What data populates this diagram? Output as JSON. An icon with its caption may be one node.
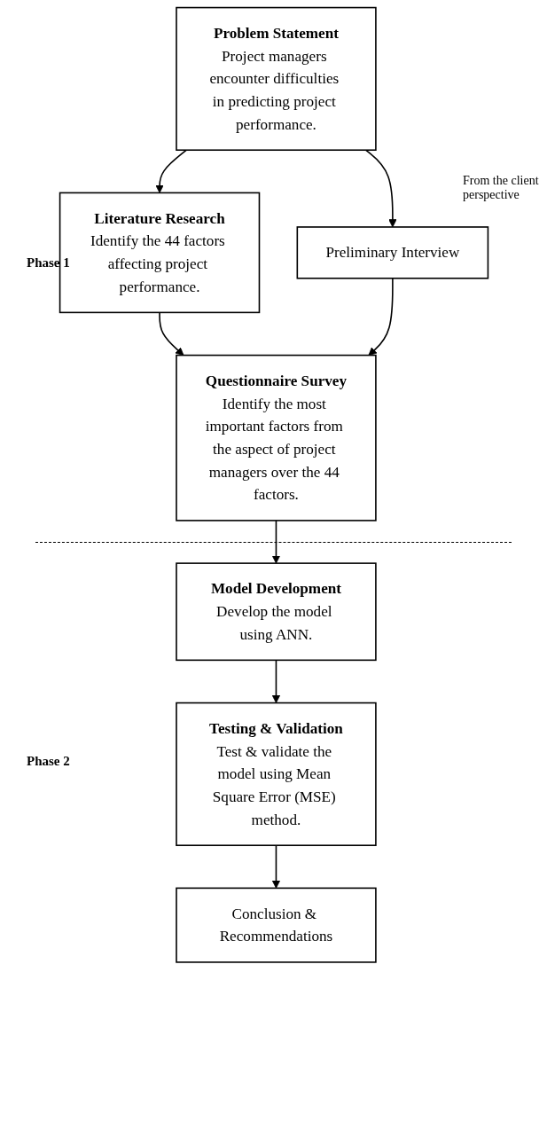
{
  "diagram": {
    "nodes": [
      {
        "text": [
          "Problem Statement",
          "Project managers encounter difficulties in predicting project performance."
        ]
      },
      {
        "text": [
          "Literature Research",
          "Identify the 44 factors affecting project performance."
        ]
      },
      {
        "text": [
          "Preliminary Interview"
        ],
        "beside": [
          "From the client perspective"
        ]
      },
      {
        "text": [
          "Questionnaire Survey",
          "Identify the most important factors from the aspect of project managers over the 44 factors."
        ]
      },
      {
        "text": [
          "Model Development",
          "Develop the model using ANN."
        ]
      },
      {
        "text": [
          "Testing & Validation",
          "Test & validate the model using Mean Square Error (MSE) method."
        ]
      },
      {
        "text": [
          "Conclusion & Recommendations"
        ]
      }
    ],
    "edges": [
      {
        "from": 0,
        "to": 1,
        "arrow": "to"
      },
      {
        "from": 0,
        "to": 2,
        "arrow": "to"
      },
      {
        "from": 1,
        "to": 3,
        "arrow": "to"
      },
      {
        "from": 2,
        "to": 3,
        "arrow": "to"
      },
      {
        "from": 3,
        "to": 4,
        "arrow": "to"
      },
      {
        "from": 4,
        "to": 5,
        "arrow": "to"
      },
      {
        "from": 5,
        "to": 6,
        "arrow": "to"
      }
    ],
    "labels": [
      "Phase 1",
      "Phase 2"
    ]
  }
}
